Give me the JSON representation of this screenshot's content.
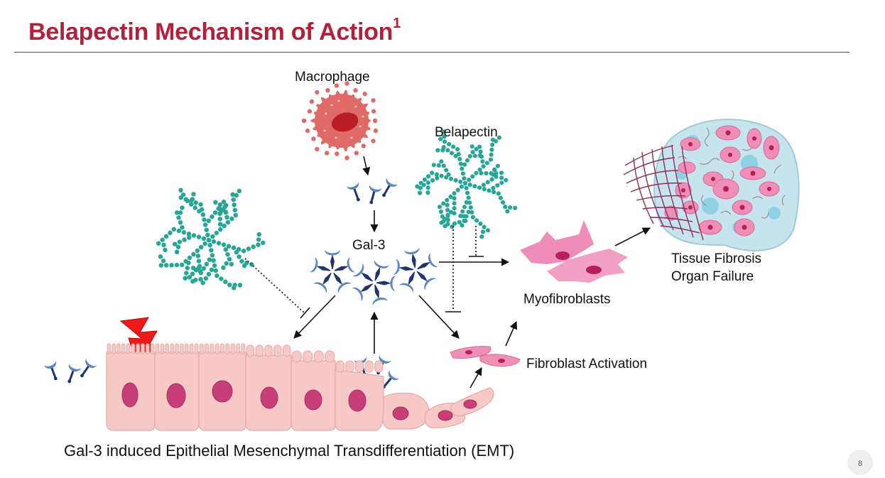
{
  "slide": {
    "title": "Belapectin Mechanism of Action",
    "title_superscript": "1",
    "page_number": "8"
  },
  "labels": {
    "macrophage": "Macrophage",
    "belapectin": "Belapectin",
    "gal3": "Gal-3",
    "myofibroblasts": "Myofibroblasts",
    "tissue_fibrosis": "Tissue Fibrosis",
    "organ_failure": "Organ Failure",
    "fibroblast_activation": "Fibroblast Activation",
    "emt_caption": "Gal-3 induced Epithelial Mesenchymal Transdifferentiation (EMT)"
  },
  "colors": {
    "brand_red": "#b3203a",
    "macrophage": "#e06a68",
    "polymer": "#29a596",
    "gal3_blue": "#4f7cb8",
    "gal3_dark": "#1f3570",
    "cell_pink": "#f6c9c7",
    "nucleus": "#c83f78",
    "myofibroblast": "#ee8db8",
    "fibrosis_bg": "#c6e4ee",
    "lightning": "#f01818"
  },
  "icons": [
    "macrophage-icon",
    "belapectin-polymer-icon",
    "gal3-monomer-icon",
    "gal3-pentamer-icon",
    "myofibroblast-icon",
    "fibrosis-tissue-icon",
    "lightning-icon",
    "epithelium-icon"
  ]
}
